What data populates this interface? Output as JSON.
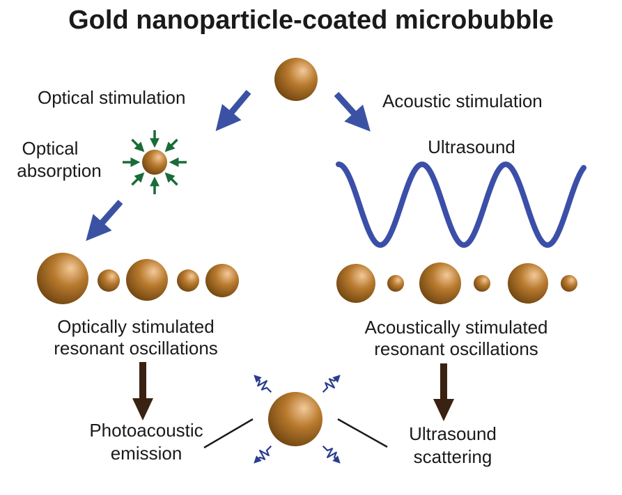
{
  "title": "Gold nanoparticle-coated microbubble",
  "labels": {
    "optical_stimulation": "Optical stimulation",
    "acoustic_stimulation": "Acoustic stimulation",
    "optical_absorption_line1": "Optical",
    "optical_absorption_line2": "absorption",
    "ultrasound": "Ultrasound",
    "optically_line1": "Optically stimulated",
    "optically_line2": "resonant oscillations",
    "acoustically_line1": "Acoustically stimulated",
    "acoustically_line2": "resonant oscillations",
    "photoacoustic_line1": "Photoacoustic",
    "photoacoustic_line2": "emission",
    "scattering_line1": "Ultrasound",
    "scattering_line2": "scattering"
  },
  "colors": {
    "gold_light": "#f3c99a",
    "gold_mid": "#b87a2e",
    "gold_dark": "#6e4410",
    "arrow_blue": "#3b52a4",
    "wave_blue": "#3b4fa8",
    "absorption_green": "#1a6b38",
    "arrow_brown": "#3a2212",
    "line_black": "#1a1a1a",
    "wavelet_blue": "#2a3d8f"
  }
}
